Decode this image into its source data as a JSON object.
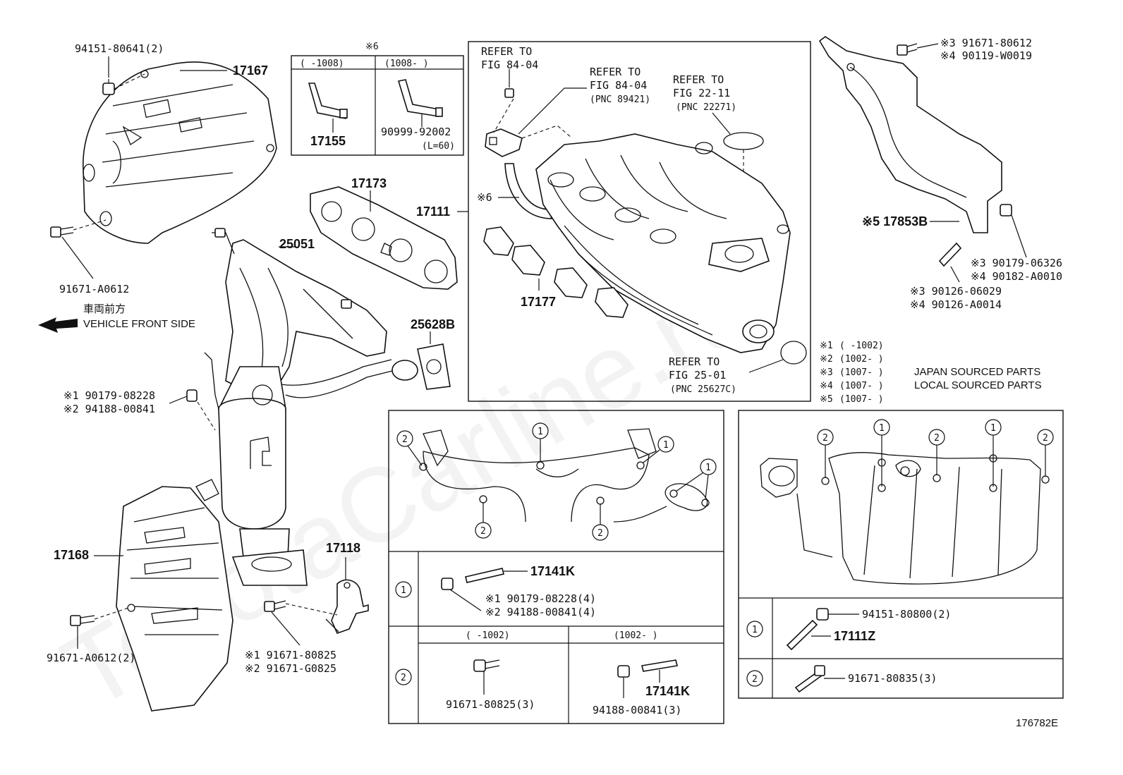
{
  "watermark": "ToyotaCarline.ru",
  "diagram_id": "176782E",
  "front_label": {
    "jp": "車両前方",
    "en": "VEHICLE FRONT SIDE"
  },
  "callouts": {
    "p94151_80641": "94151-80641(2)",
    "p17167": "17167",
    "p91671_A0612": "91671-A0612",
    "p25051": "25051",
    "p17173": "17173",
    "p17111": "17111",
    "p17177": "17177",
    "p25628B": "25628B",
    "p90179_08228": "※1 90179-08228",
    "p94188_00841": "※2 94188-00841",
    "p17168": "17168",
    "p17118": "17118",
    "p91671_A0612_2": "91671-A0612(2)",
    "p91671_80825": "※1 91671-80825",
    "p91671_G0825": "※2 91671-G0825",
    "refer_8404a_1": "REFER TO",
    "refer_8404a_2": "FIG 84-04",
    "refer_8404b_1": "REFER TO",
    "refer_8404b_2": "FIG 84-04",
    "refer_8404b_3": "(PNC 89421)",
    "refer_2211_1": "REFER TO",
    "refer_2211_2": "FIG 22-11",
    "refer_2211_3": "(PNC 22271)",
    "refer_2501_1": "REFER TO",
    "refer_2501_2": "FIG 25-01",
    "refer_2501_3": "(PNC 25627C)",
    "hose_note": "※6",
    "hose_note_left": "※6",
    "p91671_80612": "※3 91671-80612",
    "p90119_W0019": "※4 90119-W0019",
    "p17853B": "※5 17853B",
    "p90179_06326": "※3 90179-06326",
    "p90182_A0010": "※4 90182-A0010",
    "p90126_06029": "※3 90126-06029",
    "p90126_A0014": "※4 90126-A0014"
  },
  "hose_table": {
    "col1_header": "(    -1008)",
    "col2_header": "(1008-    )",
    "col1_part": "17155",
    "col2_part": "90999-92002",
    "col2_note": "(L=60)"
  },
  "legend": [
    {
      "mark": "※1",
      "range": "(      -1002)",
      "desc": ""
    },
    {
      "mark": "※2",
      "range": "(1002-      )",
      "desc": ""
    },
    {
      "mark": "※3",
      "range": "(1007-      )",
      "desc": "JAPAN SOURCED PARTS"
    },
    {
      "mark": "※4",
      "range": "(1007-      )",
      "desc": "LOCAL SOURCED PARTS"
    },
    {
      "mark": "※5",
      "range": "(1007-      )",
      "desc": ""
    }
  ],
  "exhaust_box": {
    "row1_num": "1",
    "row2_num": "2",
    "row1_stud": "17141K",
    "row1_nut1": "※1 90179-08228(4)",
    "row1_nut2": "※2 94188-00841(4)",
    "row2_col1_header": "(      -1002)",
    "row2_col2_header": "(1002-      )",
    "row2_col1_part": "91671-80825(3)",
    "row2_col2_stud": "17141K",
    "row2_col2_nut": "94188-00841(3)"
  },
  "intake_box": {
    "row1_num": "1",
    "row2_num": "2",
    "row1_nut": "94151-80800(2)",
    "row1_stud": "17111Z",
    "row2_bolt": "91671-80835(3)"
  },
  "circle_nums": {
    "one": "1",
    "two": "2"
  }
}
